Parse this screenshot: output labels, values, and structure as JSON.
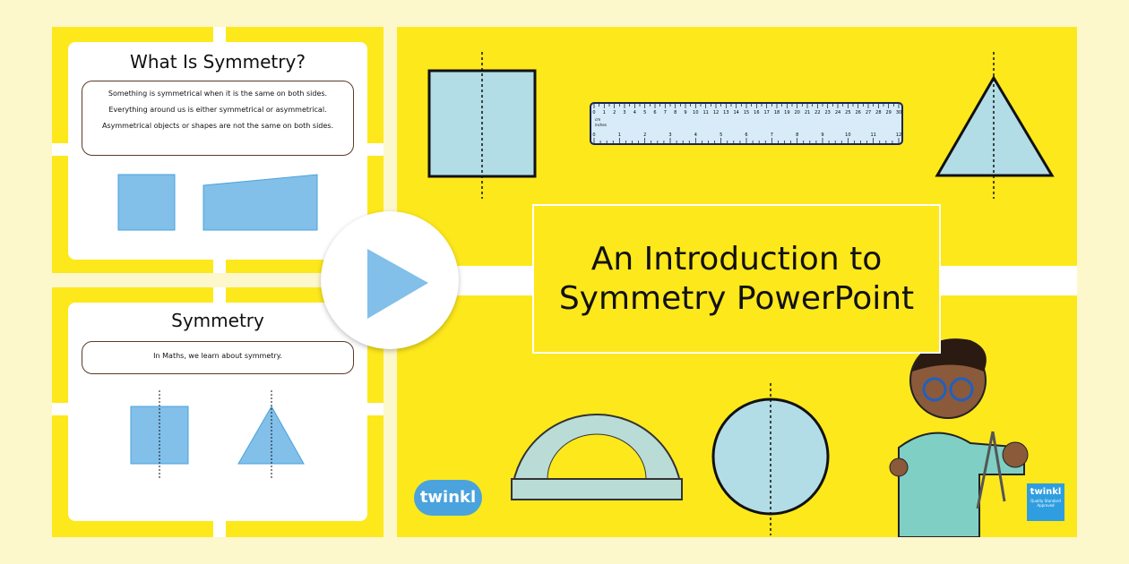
{
  "slides": [
    {
      "title": "What Is Symmetry?",
      "lines": [
        "Something is symmetrical when it is the same on both sides.",
        "Everything around us is either symmetrical or asymmetrical.",
        "Asymmetrical objects or shapes are not the same on both sides."
      ]
    },
    {
      "title": "Symmetry",
      "lines": [
        "In Maths, we learn about symmetry."
      ]
    }
  ],
  "main": {
    "title_line1": "An Introduction to",
    "title_line2": "Symmetry PowerPoint"
  },
  "ruler": {
    "cm_label": "cm",
    "inch_label": "inches",
    "cm_max": 30,
    "inch_max": 12
  },
  "brand": {
    "logo": "twinkl",
    "badge_logo": "twinkl",
    "badge_text": "Quality Standard Approved"
  },
  "colors": {
    "yellow": "#fde81c",
    "shape_blue": "#82bfe9",
    "light_blue": "#b2dde6",
    "background": "#fdf7cc"
  },
  "icons": {
    "play": "play-icon"
  }
}
